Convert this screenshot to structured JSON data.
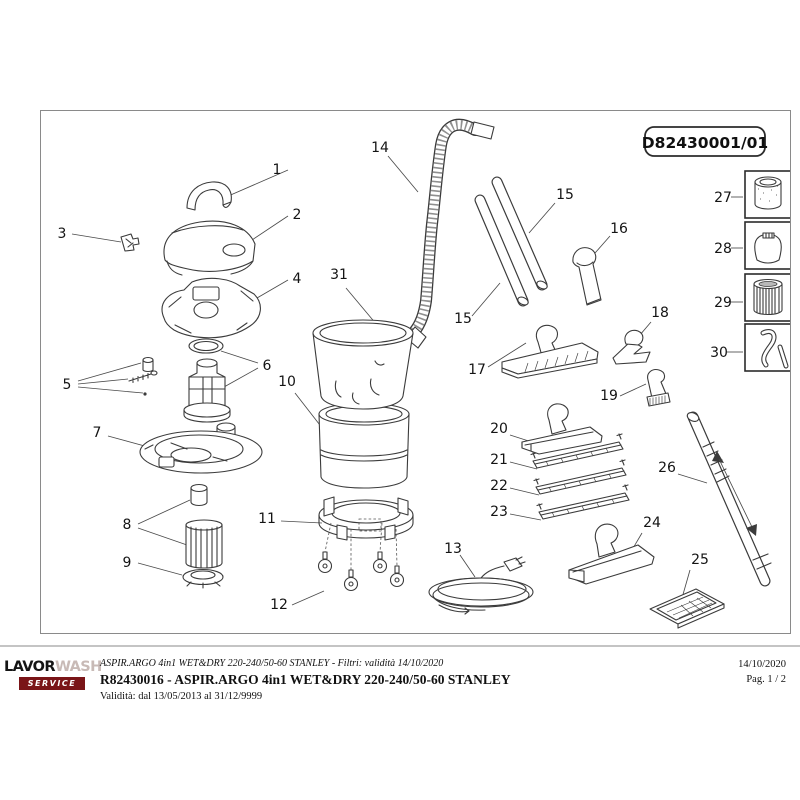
{
  "doc_code": "D82430001/01",
  "callouts": {
    "1": "1",
    "2": "2",
    "3": "3",
    "4": "4",
    "5": "5",
    "6": "6",
    "7": "7",
    "8": "8",
    "9": "9",
    "10": "10",
    "11": "11",
    "12": "12",
    "13": "13",
    "14": "14",
    "15": "15",
    "16": "16",
    "17": "17",
    "18": "18",
    "19": "19",
    "20": "20",
    "21": "21",
    "22": "22",
    "23": "23",
    "24": "24",
    "25": "25",
    "26": "26",
    "27": "27",
    "28": "28",
    "29": "29",
    "30": "30",
    "31": "31"
  },
  "footer": {
    "filters_line": "ASPIR.ARGO 4in1 WET&DRY 220-240/50-60 STANLEY - Filtri: validità 14/10/2020",
    "title_line": "R82430016 - ASPIR.ARGO 4in1 WET&DRY 220-240/50-60 STANLEY",
    "validity_line": "Validità: dal 13/05/2013 al 31/12/9999",
    "date": "14/10/2020",
    "page": "Pag. 1 / 2"
  },
  "logo": {
    "brand_part1": "LAVOR",
    "brand_part2": "WASH",
    "service": "SERVICE"
  },
  "colors": {
    "logo_maroon": "#7a1518",
    "divider_gray": "#c4c4c4",
    "drawing_ink": "#3b3b3b"
  }
}
